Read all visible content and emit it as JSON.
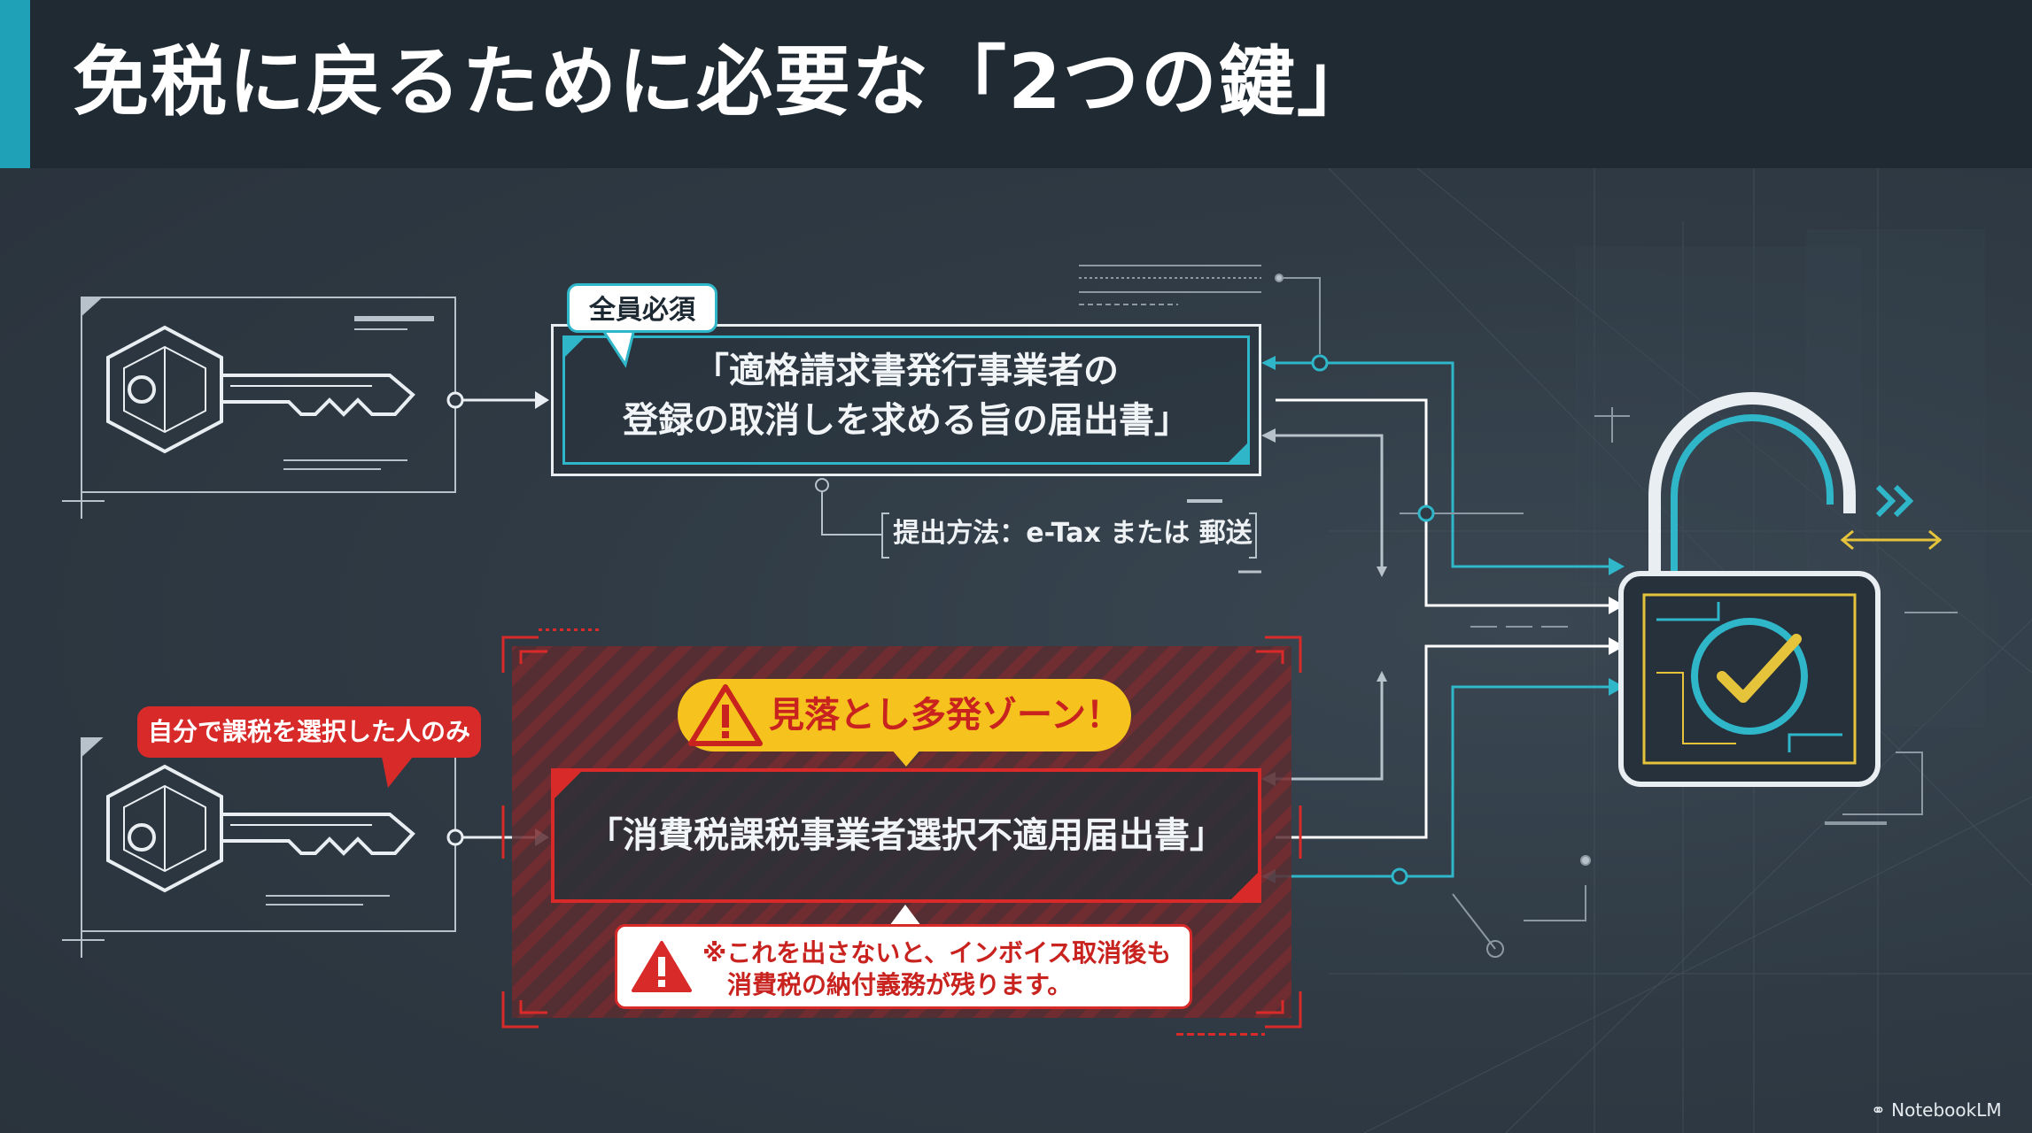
{
  "title": "免税に戻るために必要な「2つの鍵」",
  "key1": {
    "badge": "全員必須",
    "document_line1": "「適格請求書発行事業者の",
    "document_line2": "登録の取消しを求める旨の届出書」",
    "method": "提出方法：e-Tax または 郵送"
  },
  "key2": {
    "badge": "自分で課税を選択した人のみ",
    "warning_label": "見落とし多発ゾーン！",
    "document": "「消費税課税事業者選択不適用届出書」",
    "note_line1": "※これを出さないと、インボイス取消後も",
    "note_line2": "消費税の納付義務が残ります。"
  },
  "brand": "NotebookLM",
  "icons": {
    "key": "key-icon",
    "lock": "unlocked-padlock-icon",
    "check": "checkmark-icon",
    "warning": "warning-triangle-icon",
    "chevrons": "double-chevron-icon",
    "arrows": "double-arrow-icon"
  },
  "colors": {
    "accent_teal": "#1fa2b8",
    "warning_red": "#d92a2a",
    "warning_yellow": "#f6c21d",
    "background": "#2f3a44"
  }
}
